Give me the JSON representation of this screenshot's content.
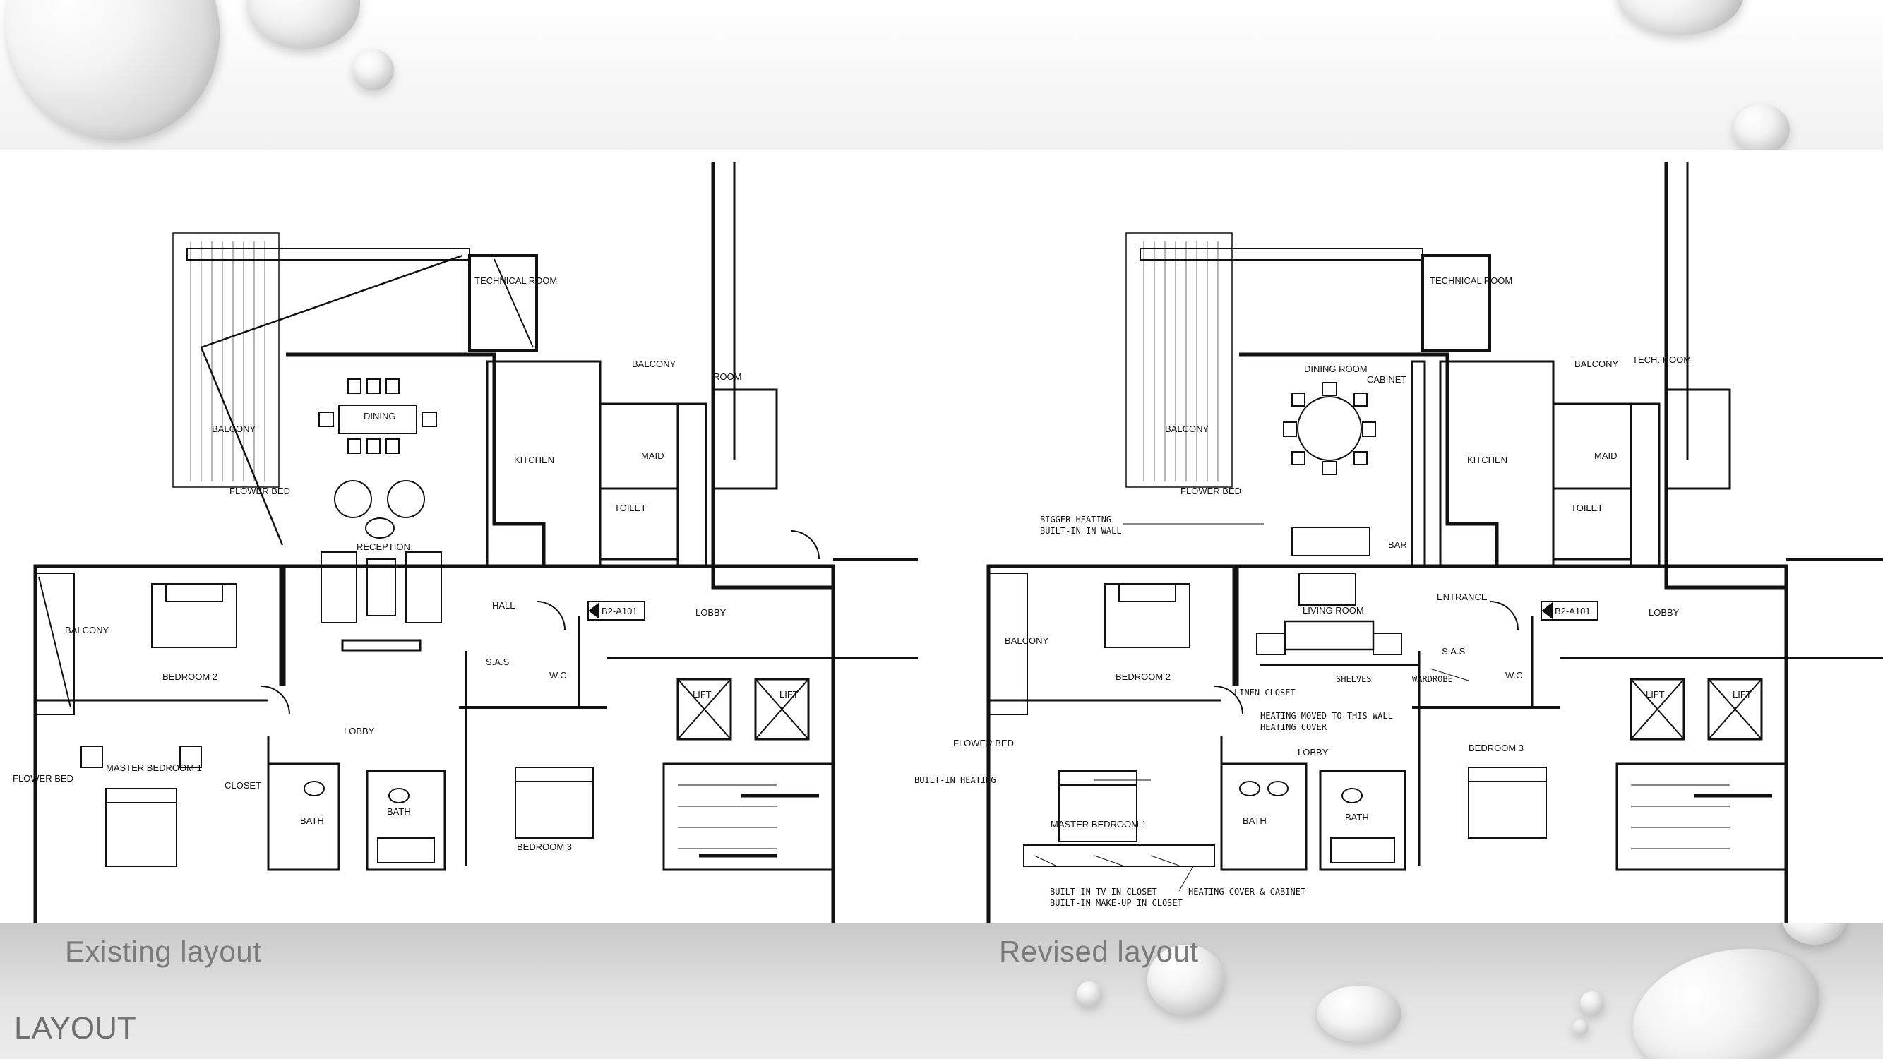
{
  "slide": {
    "title": "LAYOUT"
  },
  "existing": {
    "caption": "Existing layout",
    "rooms": {
      "technical_room": "TECHNICAL ROOM",
      "dining": "DINING",
      "balcony_1": "BALCONY",
      "flower_bed_1": "FLOWER BED",
      "kitchen": "KITCHEN",
      "maid": "MAID",
      "toilet": "TOILET",
      "balcony_2": "BALCONY",
      "room": "ROOM",
      "reception": "RECEPTION",
      "hall": "HALL",
      "lobby_1": "LOBBY",
      "door_tag": "B2-A101",
      "bedroom2": "BEDROOM 2",
      "balcony_3": "BALCONY",
      "sas": "S.A.S",
      "wc": "W.C",
      "lobby_2": "LOBBY",
      "lift_1": "LIFT",
      "lift_2": "LIFT",
      "master_bedroom": "MASTER BEDROOM 1",
      "flower_bed_2": "FLOWER BED",
      "closet": "CLOSET",
      "bath_1": "BATH",
      "bath_2": "BATH",
      "bedroom3": "BEDROOM 3"
    }
  },
  "revised": {
    "caption": "Revised layout",
    "rooms": {
      "technical_room": "TECHNICAL ROOM",
      "dining_room": "DINING ROOM",
      "cabinet": "CABINET",
      "balcony_1": "BALCONY",
      "flower_bed_1": "FLOWER BED",
      "kitchen": "KITCHEN",
      "balcony_2": "BALCONY",
      "tech_room": "TECH. ROOM",
      "maid": "MAID",
      "toilet": "TOILET",
      "bar": "BAR",
      "living_room": "LIVING ROOM",
      "entrance": "ENTRANCE",
      "lobby_1": "LOBBY",
      "door_tag": "B2-A101",
      "balcony_3": "BALCONY",
      "bedroom2": "BEDROOM 2",
      "sas": "S.A.S",
      "wc": "W.C",
      "lift_1": "LIFT",
      "lift_2": "LIFT",
      "linen_closet": "LINEN CLOSET",
      "shelves": "SHELVES",
      "wardrobe": "WARDROBE",
      "lobby_2": "LOBBY",
      "bedroom3": "BEDROOM 3",
      "flower_bed_2": "FLOWER BED",
      "master_bedroom": "MASTER BEDROOM 1",
      "bath_1": "BATH",
      "bath_2": "BATH"
    },
    "notes": {
      "heating_1": "BIGGER HEATING",
      "heating_2": "BUILT-IN IN WALL",
      "heating_moved_1": "HEATING MOVED TO THIS WALL",
      "heating_moved_2": "HEATING COVER",
      "builtin_heating": "BUILT-IN HEATING",
      "tv_closet": "BUILT-IN TV IN CLOSET",
      "makeup_closet": "BUILT-IN MAKE-UP IN CLOSET",
      "heating_cabinet": "HEATING COVER & CABINET"
    }
  }
}
